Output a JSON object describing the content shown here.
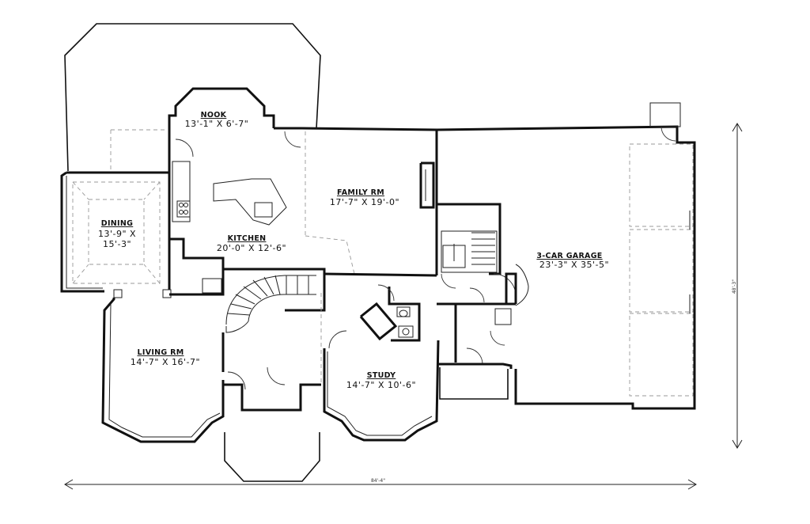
{
  "rooms": {
    "nook": {
      "name": "NOOK",
      "size": "13'-1\" X 6'-7\""
    },
    "family": {
      "name": "FAMILY RM",
      "size": "17'-7\" X 19'-0\""
    },
    "dining": {
      "name": "DINING",
      "size_line1": "13'-9\" X",
      "size_line2": "15'-3\""
    },
    "kitchen": {
      "name": "KITCHEN",
      "size": "20'-0\" X 12'-6\""
    },
    "garage": {
      "name": "3-CAR GARAGE",
      "size": "23'-3\" X 35'-5\""
    },
    "living": {
      "name": "LIVING RM",
      "size": "14'-7\" X 16'-7\""
    },
    "study": {
      "name": "STUDY",
      "size": "14'-7\" X 10'-6\""
    }
  },
  "dimensions": {
    "overall_width": "84'-4\"",
    "overall_depth": "48'-3\""
  }
}
